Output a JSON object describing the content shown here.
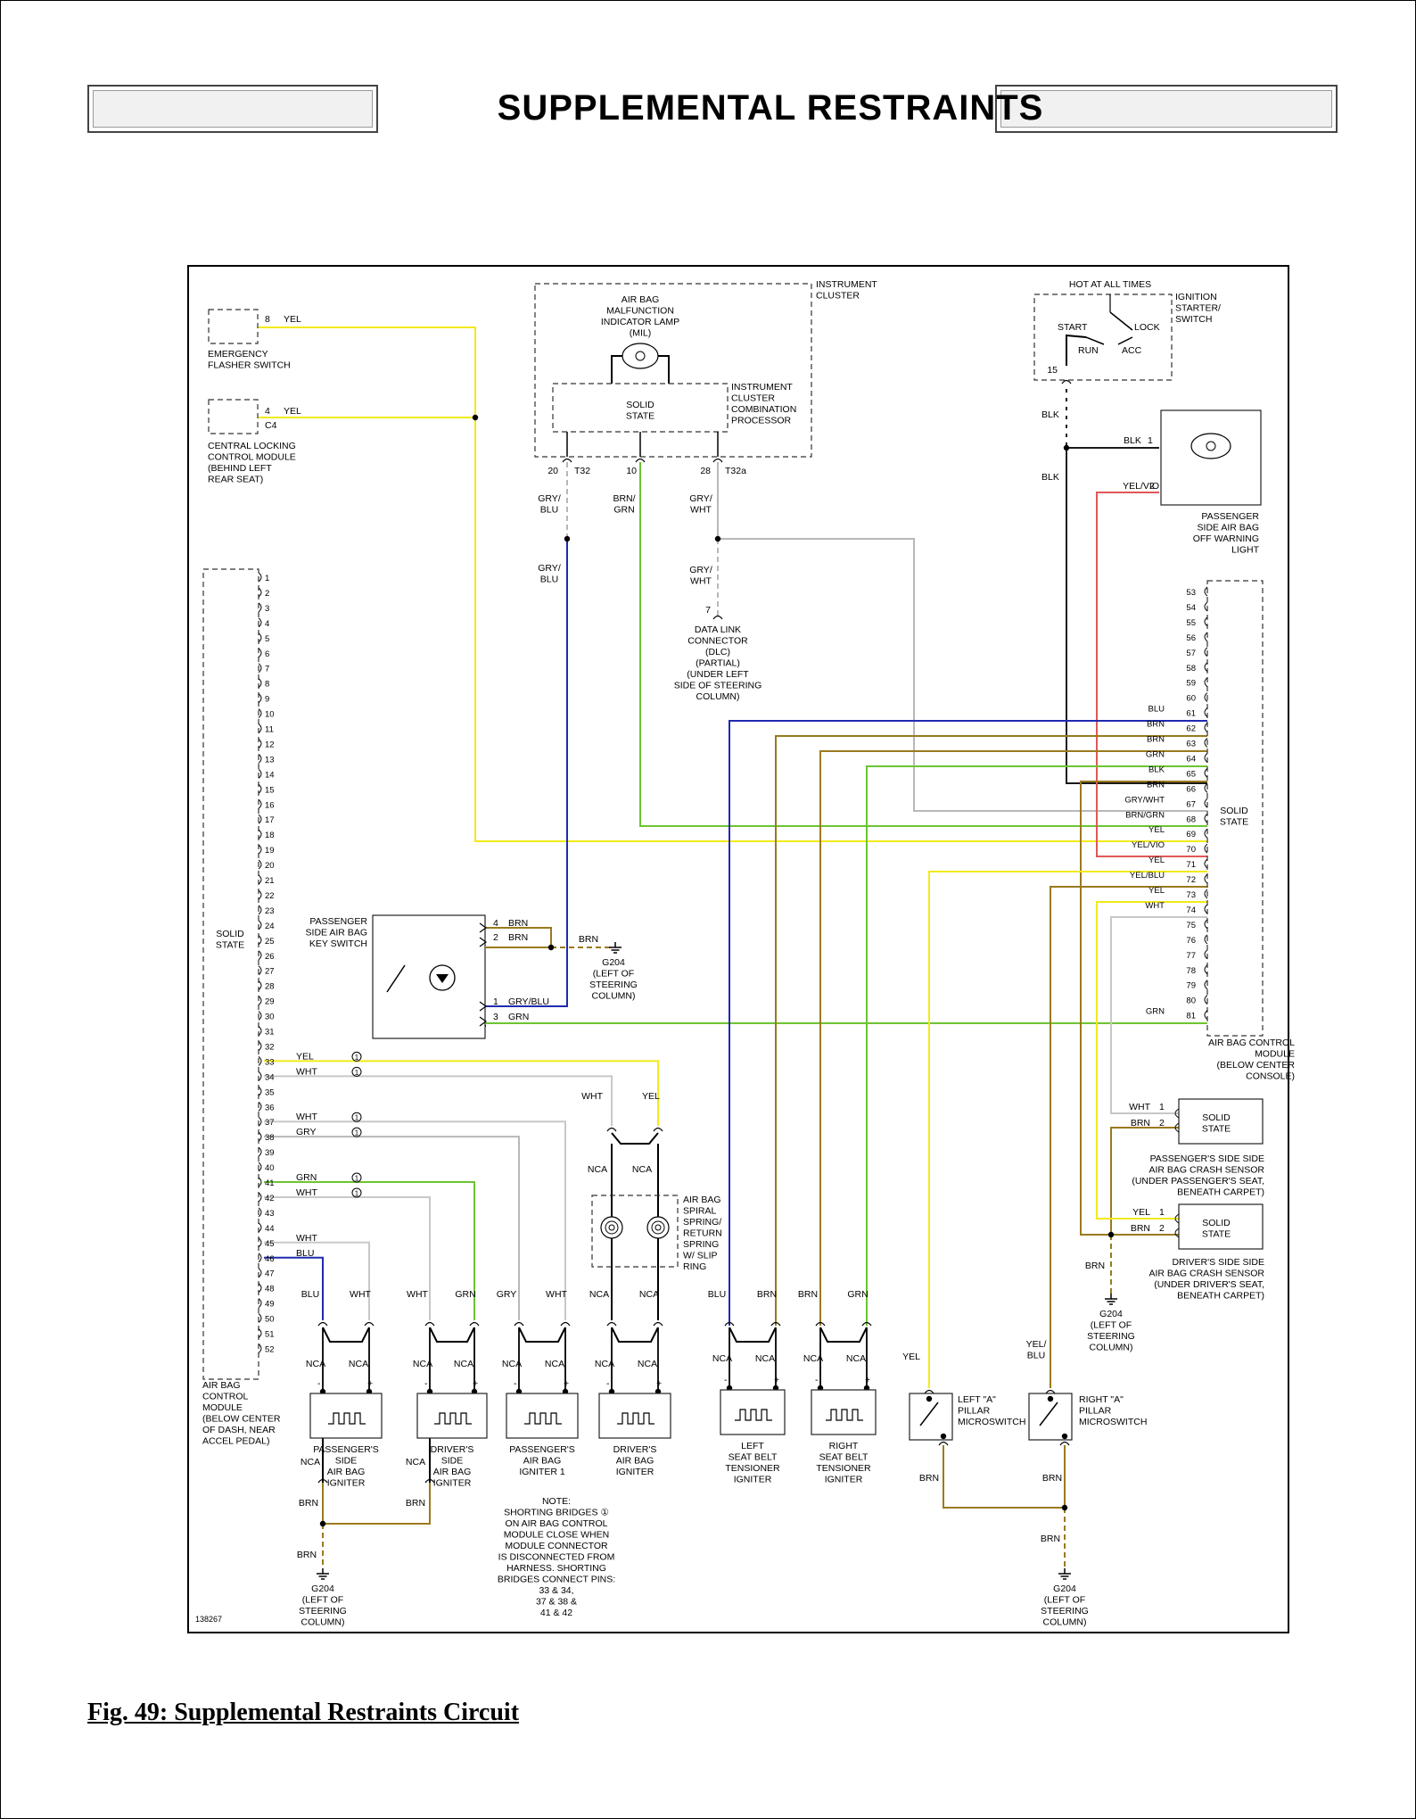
{
  "title": "SUPPLEMENTAL RESTRAINTS",
  "caption": "Fig. 49: Supplemental Restraints Circuit",
  "diagram_id": "138267",
  "colors": {
    "YEL": "#f2ea1a",
    "BLU": "#1f2bb0",
    "BRN": "#9a7a1e",
    "GRN": "#6cc431",
    "GRY": "#b8b8b8",
    "WHT": "#c8c8c8",
    "BLK": "#1a1a1a",
    "VIO": "#e05858"
  },
  "components": {
    "emergency_flasher": "EMERGENCY\nFLASHER SWITCH",
    "central_locking": "CENTRAL LOCKING\nCONTROL MODULE\n(BEHIND LEFT\nREAR SEAT)",
    "instrument_cluster": "INSTRUMENT\nCLUSTER",
    "mil": "AIR BAG\nMALFUNCTION\nINDICATOR LAMP\n(MIL)",
    "cluster_processor": "INSTRUMENT\nCLUSTER\nCOMBINATION\nPROCESSOR",
    "solid_state": "SOLID\nSTATE",
    "hot_at_all_times": "HOT AT ALL TIMES",
    "ignition_switch": "IGNITION\nSTARTER/\nSWITCH",
    "switch_start": "START",
    "switch_lock": "LOCK",
    "switch_run": "RUN",
    "switch_acc": "ACC",
    "pass_off_light": "PASSENGER\nSIDE AIR BAG\nOFF WARNING\nLIGHT",
    "dlc": "DATA LINK\nCONNECTOR\n(DLC)\n(PARTIAL)\n(UNDER LEFT\nSIDE OF STEERING\nCOLUMN)",
    "acm_right": "AIR BAG CONTROL\nMODULE\n(BELOW CENTER\nCONSOLE)",
    "acm_left": "AIR BAG\nCONTROL\nMODULE\n(BELOW CENTER\nOF DASH, NEAR\nACCEL PEDAL)",
    "key_switch": "PASSENGER\nSIDE AIR BAG\nKEY SWITCH",
    "g204": "G204\n(LEFT OF\nSTEERING\nCOLUMN)",
    "spiral_spring": "AIR BAG\nSPIRAL\nSPRING/\nRETURN\nSPRING\nW/ SLIP\nRING",
    "pass_side_sensor": "PASSENGER'S SIDE SIDE\nAIR BAG CRASH SENSOR\n(UNDER PASSENGER'S SEAT,\nBENEATH CARPET)",
    "drv_side_sensor": "DRIVER'S SIDE SIDE\nAIR BAG CRASH SENSOR\n(UNDER DRIVER'S SEAT,\nBENEATH CARPET)",
    "left_a_pillar": "LEFT \"A\"\nPILLAR\nMICROSWITCH",
    "right_a_pillar": "RIGHT \"A\"\nPILLAR\nMICROSWITCH",
    "note": "NOTE:\nSHORTING BRIDGES ①\nON AIR BAG CONTROL\nMODULE CLOSE WHEN\nMODULE CONNECTOR\nIS DISCONNECTED FROM\nHARNESS. SHORTING\nBRIDGES CONNECT PINS:\n33 & 34,\n37 & 38 &\n41 & 42"
  },
  "igniters": [
    {
      "label": "PASSENGER'S\nSIDE\nAIR BAG\nIGNITER",
      "wires": [
        "BLU",
        "WHT"
      ]
    },
    {
      "label": "DRIVER'S\nSIDE\nAIR BAG\nIGNITER",
      "wires": [
        "WHT",
        "GRN"
      ]
    },
    {
      "label": "PASSENGER'S\nAIR BAG\nIGNITER 1",
      "wires": [
        "GRY",
        "WHT"
      ]
    },
    {
      "label": "DRIVER'S\nAIR BAG\nIGNITER",
      "wires": [
        "NCA",
        "NCA"
      ]
    },
    {
      "label": "LEFT\nSEAT BELT\nTENSIONER\nIGNITER",
      "wires": [
        "BLU",
        "BRN"
      ]
    },
    {
      "label": "RIGHT\nSEAT BELT\nTENSIONER\nIGNITER",
      "wires": [
        "BRN",
        "GRN"
      ]
    }
  ],
  "right_pins": [
    {
      "pin": "53",
      "wire": ""
    },
    {
      "pin": "54",
      "wire": ""
    },
    {
      "pin": "55",
      "wire": ""
    },
    {
      "pin": "56",
      "wire": ""
    },
    {
      "pin": "57",
      "wire": ""
    },
    {
      "pin": "58",
      "wire": ""
    },
    {
      "pin": "59",
      "wire": ""
    },
    {
      "pin": "60",
      "wire": ""
    },
    {
      "pin": "61",
      "wire": "BLU"
    },
    {
      "pin": "62",
      "wire": "BRN"
    },
    {
      "pin": "63",
      "wire": "BRN"
    },
    {
      "pin": "64",
      "wire": "GRN"
    },
    {
      "pin": "65",
      "wire": "BLK"
    },
    {
      "pin": "66",
      "wire": "BRN"
    },
    {
      "pin": "67",
      "wire": "GRY/WHT"
    },
    {
      "pin": "68",
      "wire": "BRN/GRN"
    },
    {
      "pin": "69",
      "wire": "YEL"
    },
    {
      "pin": "70",
      "wire": "YEL/VIO"
    },
    {
      "pin": "71",
      "wire": "YEL"
    },
    {
      "pin": "72",
      "wire": "YEL/BLU"
    },
    {
      "pin": "73",
      "wire": "YEL"
    },
    {
      "pin": "74",
      "wire": "WHT"
    },
    {
      "pin": "75",
      "wire": ""
    },
    {
      "pin": "76",
      "wire": ""
    },
    {
      "pin": "77",
      "wire": ""
    },
    {
      "pin": "78",
      "wire": ""
    },
    {
      "pin": "79",
      "wire": ""
    },
    {
      "pin": "80",
      "wire": ""
    },
    {
      "pin": "81",
      "wire": "GRN"
    }
  ],
  "left_pin_wires": {
    "33": "YEL",
    "34": "WHT",
    "37": "WHT",
    "38": "GRY",
    "41": "GRN",
    "42": "WHT",
    "45": "WHT",
    "46": "BLU"
  },
  "labels": {
    "yel": "YEL",
    "blu": "BLU",
    "brn": "BRN",
    "grn": "GRN",
    "blk": "BLK",
    "wht": "WHT",
    "gry": "GRY",
    "nca": "NCA",
    "c4": "C4",
    "t32": "T32",
    "t32a": "T32a",
    "gry_blu": "GRY/\nBLU",
    "brn_grn": "BRN/\nGRN",
    "gry_wht": "GRY/\nWHT",
    "gry_blu_inline": "GRY/BLU",
    "yel_vio": "YEL/VIO",
    "yel_blu": "YEL/\nBLU",
    "pin_1": "1",
    "pin_2": "2",
    "pin_3": "3",
    "pin_4": "4",
    "pin_7": "7",
    "pin_8": "8",
    "pin_10": "10",
    "pin_15": "15",
    "pin_20": "20",
    "pin_28": "28",
    "plus": "+",
    "minus": "-"
  }
}
